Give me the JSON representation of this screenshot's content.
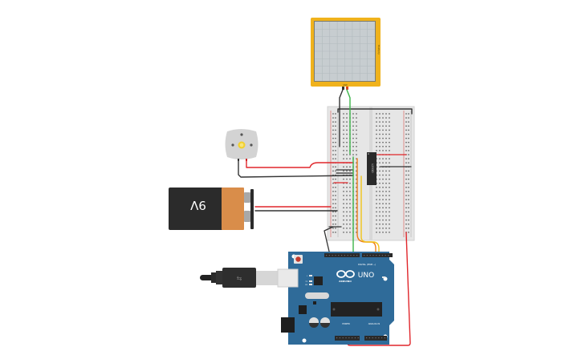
{
  "workspace": "circuit-canvas",
  "components": {
    "oscilloscope": {
      "name": "Oscilloscope",
      "side_label": "Multiply",
      "bottom_label": "GND"
    },
    "breadboard": {
      "name": "Breadboard small",
      "ic_label": "L293D"
    },
    "dc_motor": {
      "name": "DC Motor"
    },
    "battery": {
      "name": "9V Battery",
      "label": "9V"
    },
    "arduino": {
      "name": "Arduino Uno R3",
      "logo_text": "ARDUINO",
      "model_text": "UNO",
      "digital_header_label": "DIGITAL (PWM ~)",
      "power_header_label": "POWER",
      "analog_header_label": "ANALOG IN",
      "led_labels": [
        "L",
        "TX",
        "RX"
      ],
      "on_label": "ON"
    },
    "usb_cable": {
      "name": "USB cable"
    }
  },
  "wires": [
    {
      "name": "scope-gnd-to-breadboard",
      "color": "#333333"
    },
    {
      "name": "scope-signal-to-breadboard",
      "color": "#3cb54a"
    },
    {
      "name": "motor-red",
      "color": "#e0262b"
    },
    {
      "name": "motor-black",
      "color": "#333333"
    },
    {
      "name": "battery-red",
      "color": "#e0262b"
    },
    {
      "name": "battery-black",
      "color": "#333333"
    },
    {
      "name": "green-to-arduino",
      "color": "#3cb54a"
    },
    {
      "name": "orange-to-arduino",
      "color": "#ee7d1a"
    },
    {
      "name": "yellow-to-arduino",
      "color": "#f2c318"
    },
    {
      "name": "gnd-to-arduino",
      "color": "#333333"
    },
    {
      "name": "5v-to-breadboard",
      "color": "#e0262b"
    }
  ],
  "colors": {
    "arduino_blue": "#2f6b99",
    "breadboard": "#e8e8e8",
    "scope_frame": "#f0b21c",
    "scope_screen": "#c7cdd0",
    "battery_black": "#2b2b2b",
    "battery_copper": "#d98d4a",
    "wire_red": "#e0262b",
    "wire_black": "#333333",
    "wire_green": "#3cb54a",
    "wire_orange": "#ee7d1a",
    "wire_yellow": "#f2c318"
  }
}
